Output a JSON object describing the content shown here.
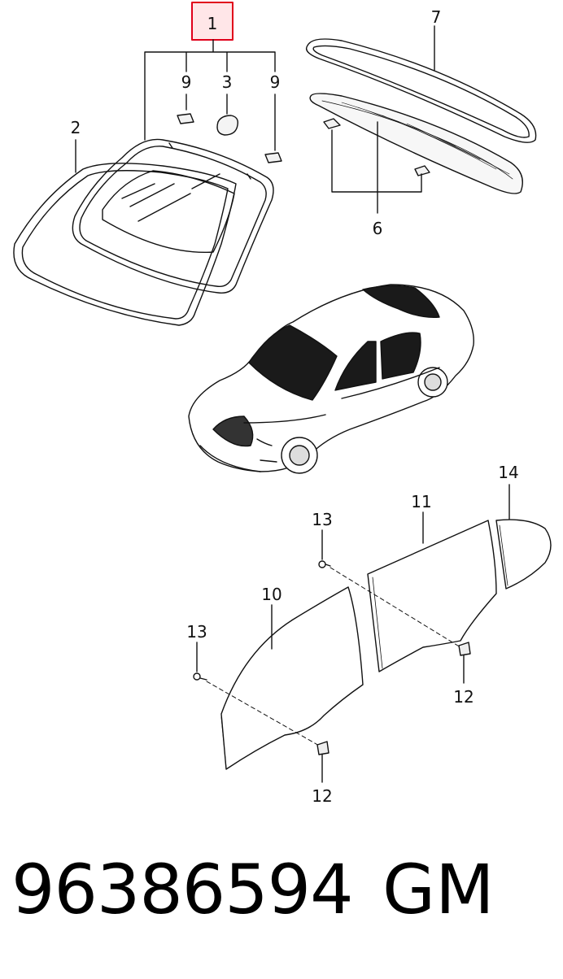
{
  "callouts": {
    "c1": "1",
    "c2": "2",
    "c3": "3",
    "c9a": "9",
    "c9b": "9",
    "c7": "7",
    "c6": "6",
    "c10": "10",
    "c11": "11",
    "c14": "14",
    "c13a": "13",
    "c13b": "13",
    "c12a": "12",
    "c12b": "12"
  },
  "highlight_color": "#e0001b",
  "part_number": "96386594",
  "brand": "GM"
}
